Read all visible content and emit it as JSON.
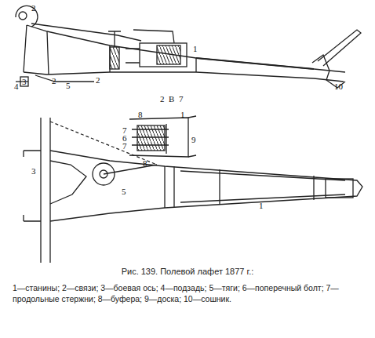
{
  "diagram": {
    "caption": "Рис. 139. Полевой лафет 1877 г.:",
    "labels": [
      "2",
      "1",
      "4",
      "3",
      "2",
      "5",
      "2",
      "2",
      "В",
      "7",
      "10",
      "1",
      "7",
      "6",
      "7",
      "8",
      "9",
      "8",
      "3",
      "5",
      "1",
      "1—станины; 2—связи; 3—боевая ось; 4—подзадь; 5—тяги; 6—поперечный болт; 7—продольные стержни; 8—буфера; 9—доска; 10—сошник."
    ]
  }
}
